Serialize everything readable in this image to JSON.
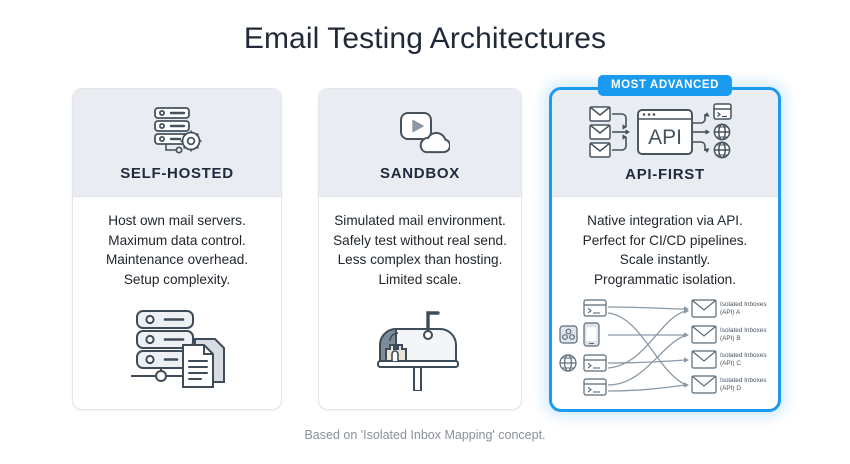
{
  "page": {
    "title": "Email Testing Architectures",
    "footer_note": "Based on 'Isolated Inbox Mapping' concept."
  },
  "colors": {
    "accent_blue": "#1a9bf0",
    "card_header_bg": "#e9ecf1",
    "title_text": "#1f2937",
    "body_text": "#20262e",
    "icon_stroke": "#46535f",
    "footer_text": "#8a9099"
  },
  "cards": [
    {
      "id": "self-hosted",
      "title": "SELF-HOSTED",
      "header_icon": "server-gear-icon",
      "illustration_icon": "server-rack-documents-icon",
      "lines": [
        "Host own mail servers.",
        "Maximum data control.",
        "Maintenance overhead.",
        "Setup complexity."
      ],
      "highlighted": false,
      "badge": null
    },
    {
      "id": "sandbox",
      "title": "SANDBOX",
      "header_icon": "play-cloud-icon",
      "illustration_icon": "mailbox-sandcastle-icon",
      "lines": [
        "Simulated mail environment.",
        "Safely test without real send.",
        "Less complex than hosting.",
        "Limited scale."
      ],
      "highlighted": false,
      "badge": null
    },
    {
      "id": "api-first",
      "title": "API-FIRST",
      "header_icon": "api-flow-icon",
      "header_icon_label": "API",
      "illustration_icon": "isolated-inbox-mapping-diagram",
      "lines": [
        "Native integration via API.",
        "Perfect for CI/CD pipelines.",
        "Scale instantly.",
        "Programmatic isolation."
      ],
      "highlighted": true,
      "badge": "MOST ADVANCED"
    }
  ],
  "mapping_diagram": {
    "sources": [
      {
        "icons": [
          "terminal-window-icon"
        ]
      },
      {
        "icons": [
          "chip-icon",
          "mobile-phone-icon"
        ]
      },
      {
        "icons": [
          "globe-icon",
          "terminal-window-icon"
        ]
      },
      {
        "icons": [
          "terminal-window-icon"
        ]
      }
    ],
    "targets": [
      {
        "icon": "envelope-icon",
        "line1": "Isolated Inboxes",
        "line2": "(API) A"
      },
      {
        "icon": "envelope-icon",
        "line1": "Isolated Inboxes",
        "line2": "(API) B"
      },
      {
        "icon": "envelope-icon",
        "line1": "Isolated Inboxes",
        "line2": "(API) C"
      },
      {
        "icon": "envelope-icon",
        "line1": "Isolated Inboxes",
        "line2": "(API) D"
      }
    ]
  }
}
